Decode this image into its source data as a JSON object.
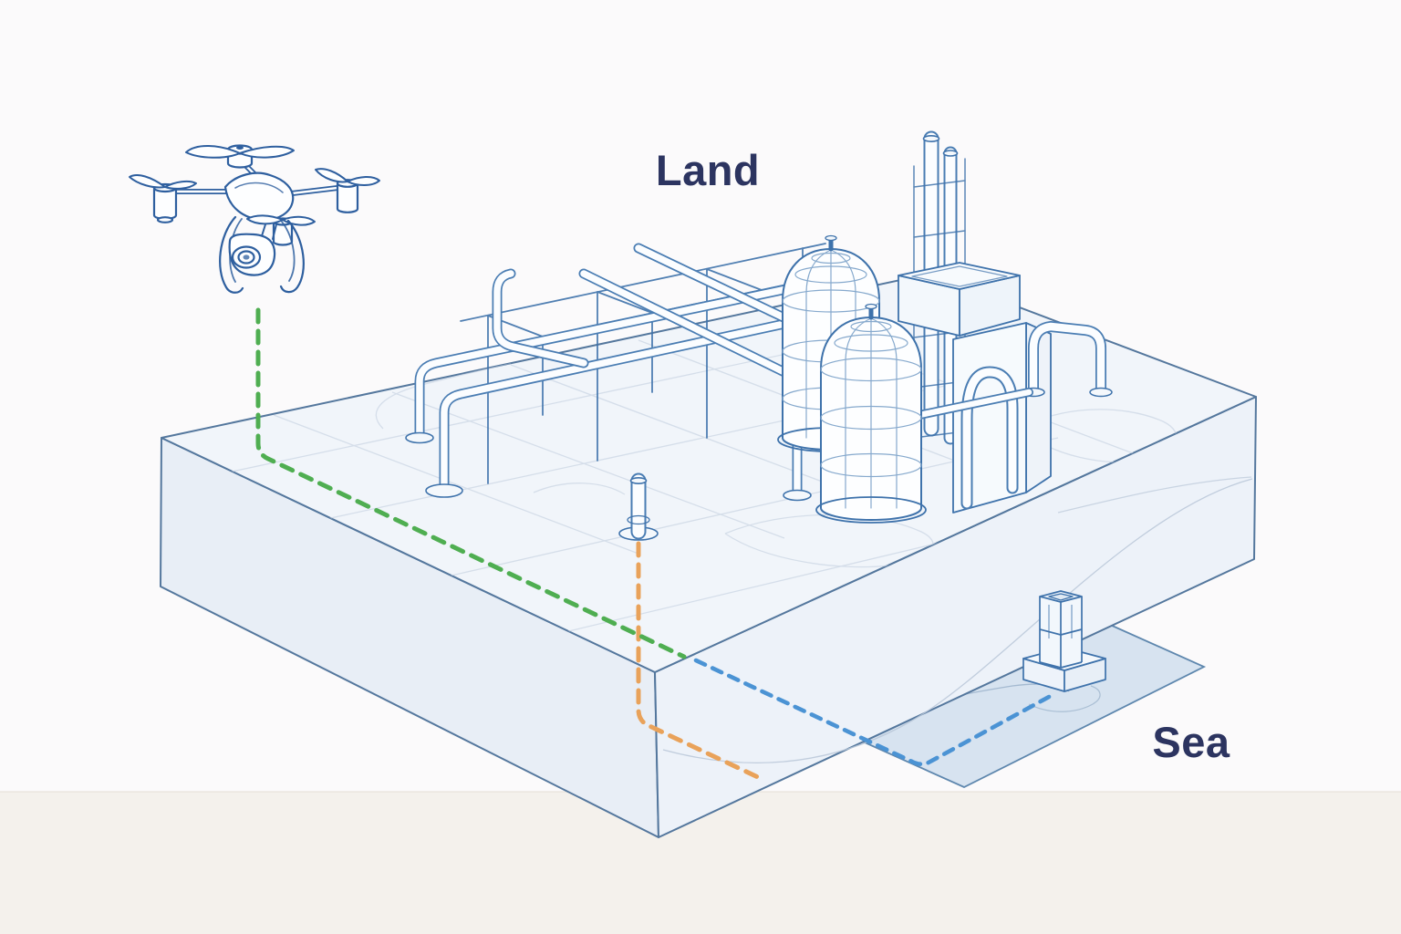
{
  "scene": {
    "land_label": "Land",
    "sea_label": "Sea"
  },
  "colors": {
    "background": "#fbfafb",
    "ground_band": "#f4f1ec",
    "band_line": "#e6e0d7",
    "label_text": "#2c3460",
    "block_outline": "#54779d",
    "block_top": "#f1f5fa",
    "block_left": "#e8eef6",
    "block_right": "#edf2f9",
    "panel_line": "#c3cfdf",
    "stratum_line": "#b9c7d8",
    "sea_fill": "#d7e3f0",
    "sea_outline": "#5e87ae",
    "sea_contour": "#9fb5cd",
    "facility_line": "#3e72ab",
    "facility_light_line": "#86a9cd",
    "pipe_fill": "#fbfdff",
    "tank_fill": "#fdfeff",
    "drone_line": "#2e5f9f",
    "structure_fill": "#f2f7fc",
    "path_green": "#4fae51",
    "path_orange": "#e9a25a",
    "path_blue": "#4b93d4"
  },
  "elements": {
    "drone": "quadcopter-drone",
    "facility": "processing-facility-line-art",
    "land_block": "land-cross-section-block",
    "sea_plane": "sea-surface-plane",
    "subsea_module": "subsea-structure",
    "green_path": "drone-to-land-dashed-path",
    "orange_path": "well-dashed-path",
    "blue_path": "land-to-subsea-dashed-path"
  }
}
